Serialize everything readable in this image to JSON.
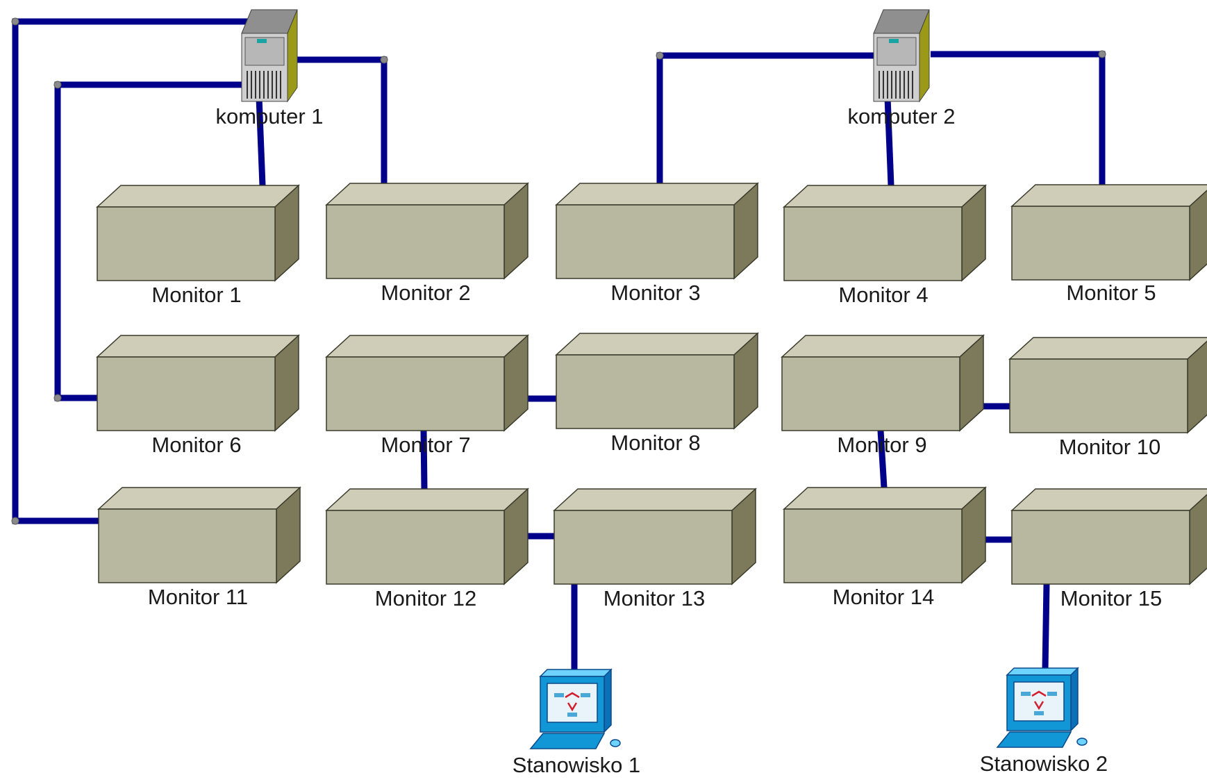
{
  "diagram": {
    "computers": [
      {
        "id": "k1",
        "label": "komputer 1"
      },
      {
        "id": "k2",
        "label": "komputer 2"
      }
    ],
    "monitors": [
      {
        "id": "m1",
        "label": "Monitor 1"
      },
      {
        "id": "m2",
        "label": "Monitor 2"
      },
      {
        "id": "m3",
        "label": "Monitor 3"
      },
      {
        "id": "m4",
        "label": "Monitor 4"
      },
      {
        "id": "m5",
        "label": "Monitor 5"
      },
      {
        "id": "m6",
        "label": "Monitor 6"
      },
      {
        "id": "m7",
        "label": "Monitor 7"
      },
      {
        "id": "m8",
        "label": "Monitor 8"
      },
      {
        "id": "m9",
        "label": "Monitor 9"
      },
      {
        "id": "m10",
        "label": "Monitor 10"
      },
      {
        "id": "m11",
        "label": "Monitor 11"
      },
      {
        "id": "m12",
        "label": "Monitor 12"
      },
      {
        "id": "m13",
        "label": "Monitor 13"
      },
      {
        "id": "m14",
        "label": "Monitor 14"
      },
      {
        "id": "m15",
        "label": "Monitor 15"
      }
    ],
    "workstations": [
      {
        "id": "s1",
        "label": "Stanowisko 1"
      },
      {
        "id": "s2",
        "label": "Stanowisko 2"
      }
    ],
    "connections": [
      [
        "k1",
        "m1"
      ],
      [
        "k1",
        "m2"
      ],
      [
        "k1",
        "m6"
      ],
      [
        "k1",
        "m11"
      ],
      [
        "k2",
        "m3"
      ],
      [
        "k2",
        "m4"
      ],
      [
        "k2",
        "m5"
      ],
      [
        "m7",
        "m8"
      ],
      [
        "m7",
        "m12"
      ],
      [
        "m12",
        "m13"
      ],
      [
        "m13",
        "s1"
      ],
      [
        "m9",
        "m10"
      ],
      [
        "m9",
        "m14"
      ],
      [
        "m14",
        "m15"
      ],
      [
        "m15",
        "s2"
      ]
    ],
    "colors": {
      "cable": "#00008b",
      "box_front": "#b8b7a0",
      "box_top": "#cfcdb8",
      "box_side": "#7c7a5b"
    }
  }
}
